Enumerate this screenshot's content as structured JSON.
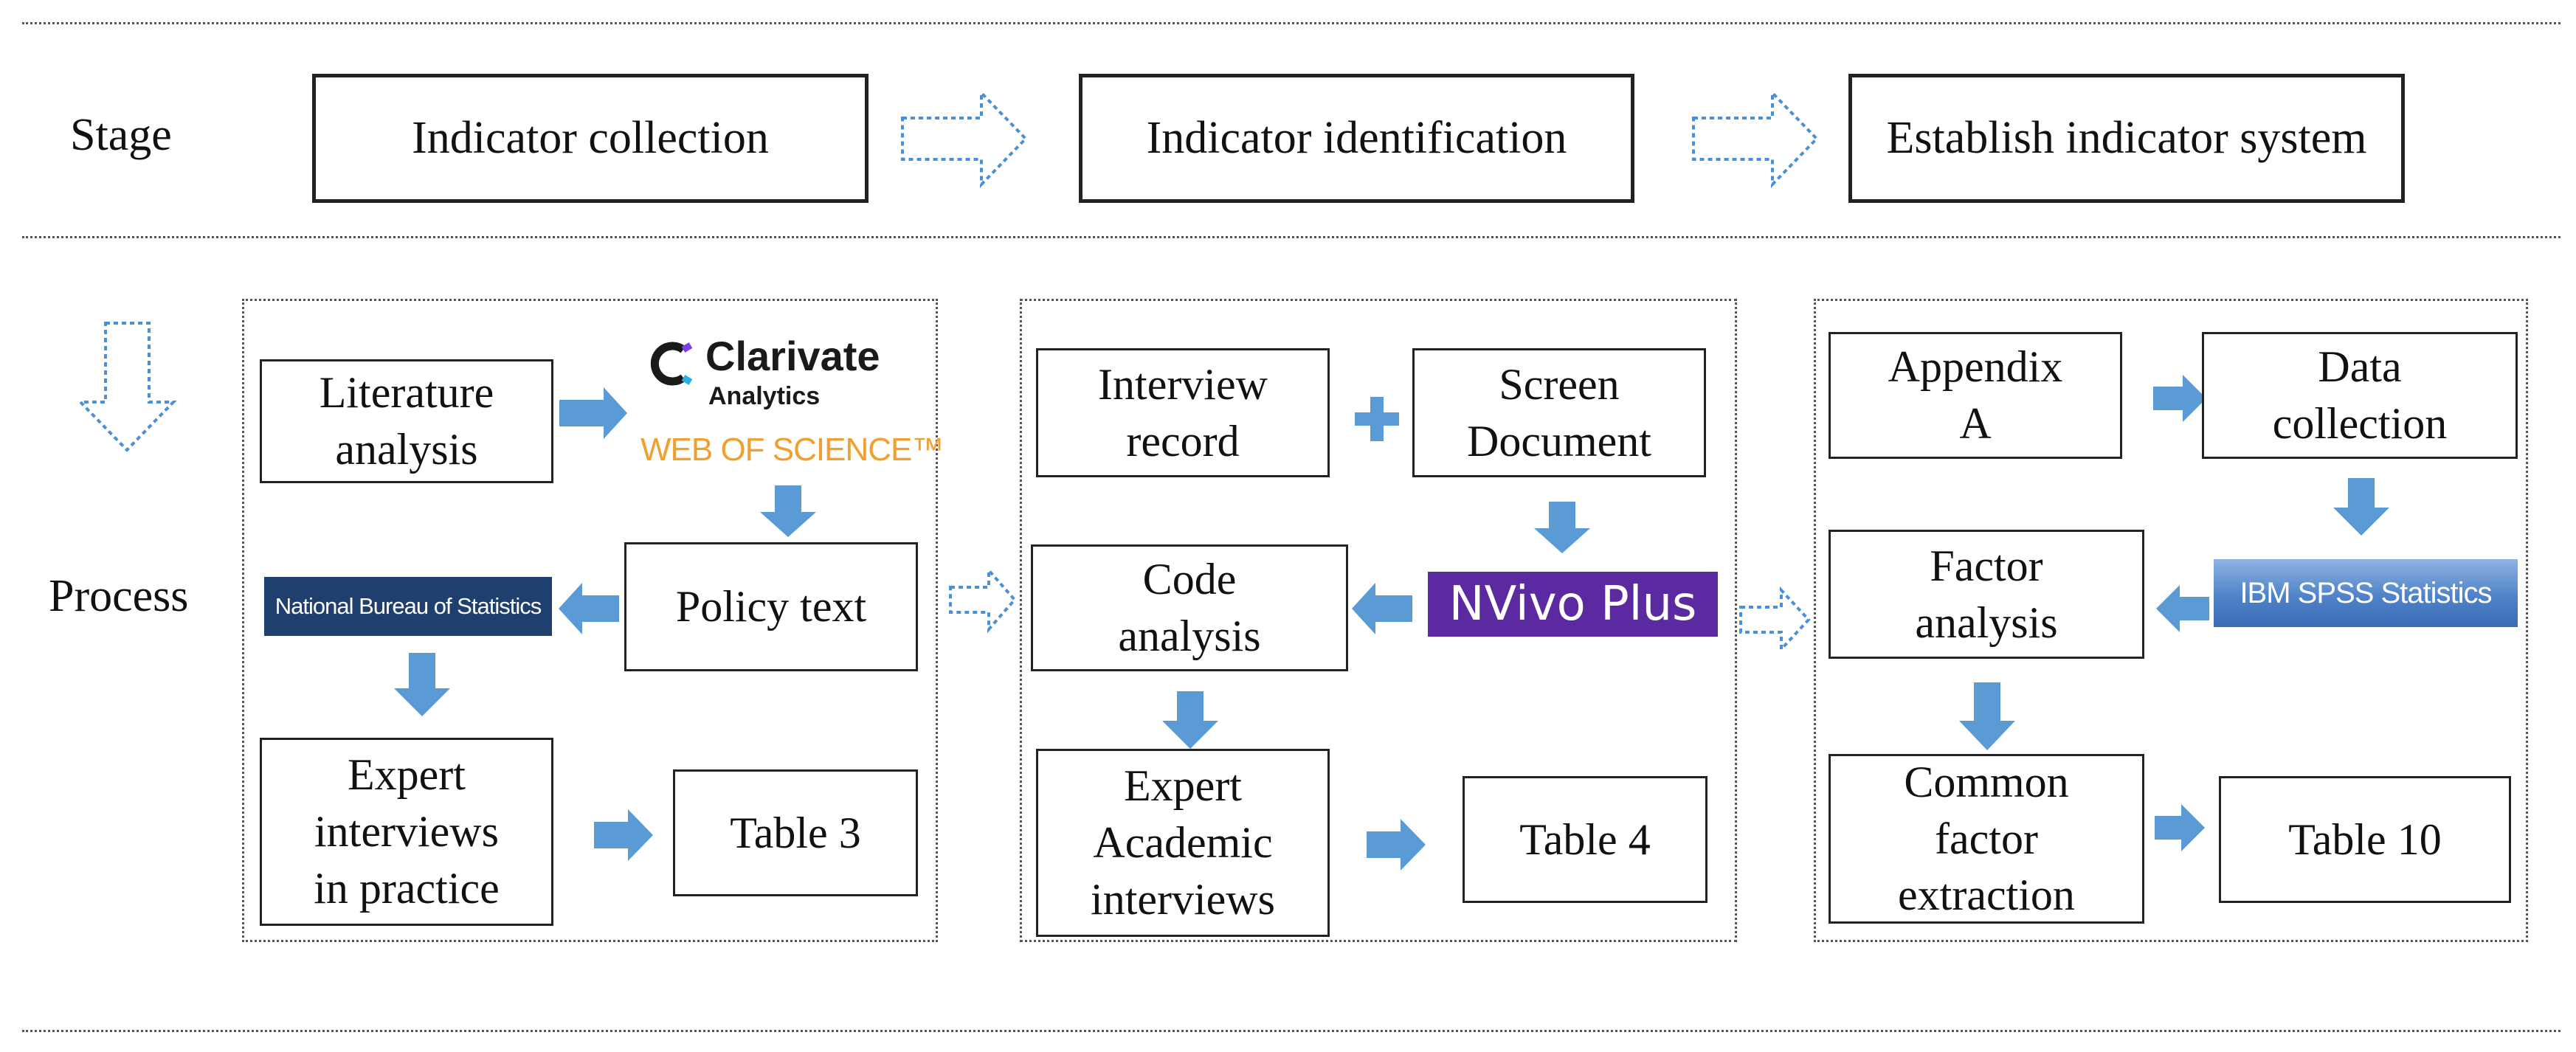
{
  "stage_row": {
    "label": "Stage",
    "steps": [
      "Indicator collection",
      "Indicator identification",
      "Establish indicator system"
    ]
  },
  "process_label": "Process",
  "panel1": {
    "literature": "Literature\nanalysis",
    "clarivate_main": "Clarivate",
    "clarivate_sub": "Analytics",
    "wos": "WEB OF SCIENCE™",
    "policy": "Policy text",
    "nbs": "National Bureau of Statistics",
    "expert": "Expert\ninterviews\nin practice",
    "table": "Table 3"
  },
  "panel2": {
    "interview": "Interview\nrecord",
    "screen": "Screen\nDocument",
    "nvivo": "NVivo Plus",
    "code": "Code\nanalysis",
    "expert": "Expert\nAcademic\ninterviews",
    "table": "Table 4"
  },
  "panel3": {
    "appendix": "Appendix\nA",
    "data": "Data\ncollection",
    "spss": "IBM SPSS Statistics",
    "factor": "Factor\nanalysis",
    "common": "Common\nfactor\nextraction",
    "table": "Table 10"
  },
  "colors": {
    "arrow_fill": "#5b9bd5",
    "dotted_arrow": "#4a90d9",
    "nbs_bg": "#1f3f6e",
    "nvivo_bg": "#5b2aa0",
    "clarivate_orange": "#f0a030"
  }
}
